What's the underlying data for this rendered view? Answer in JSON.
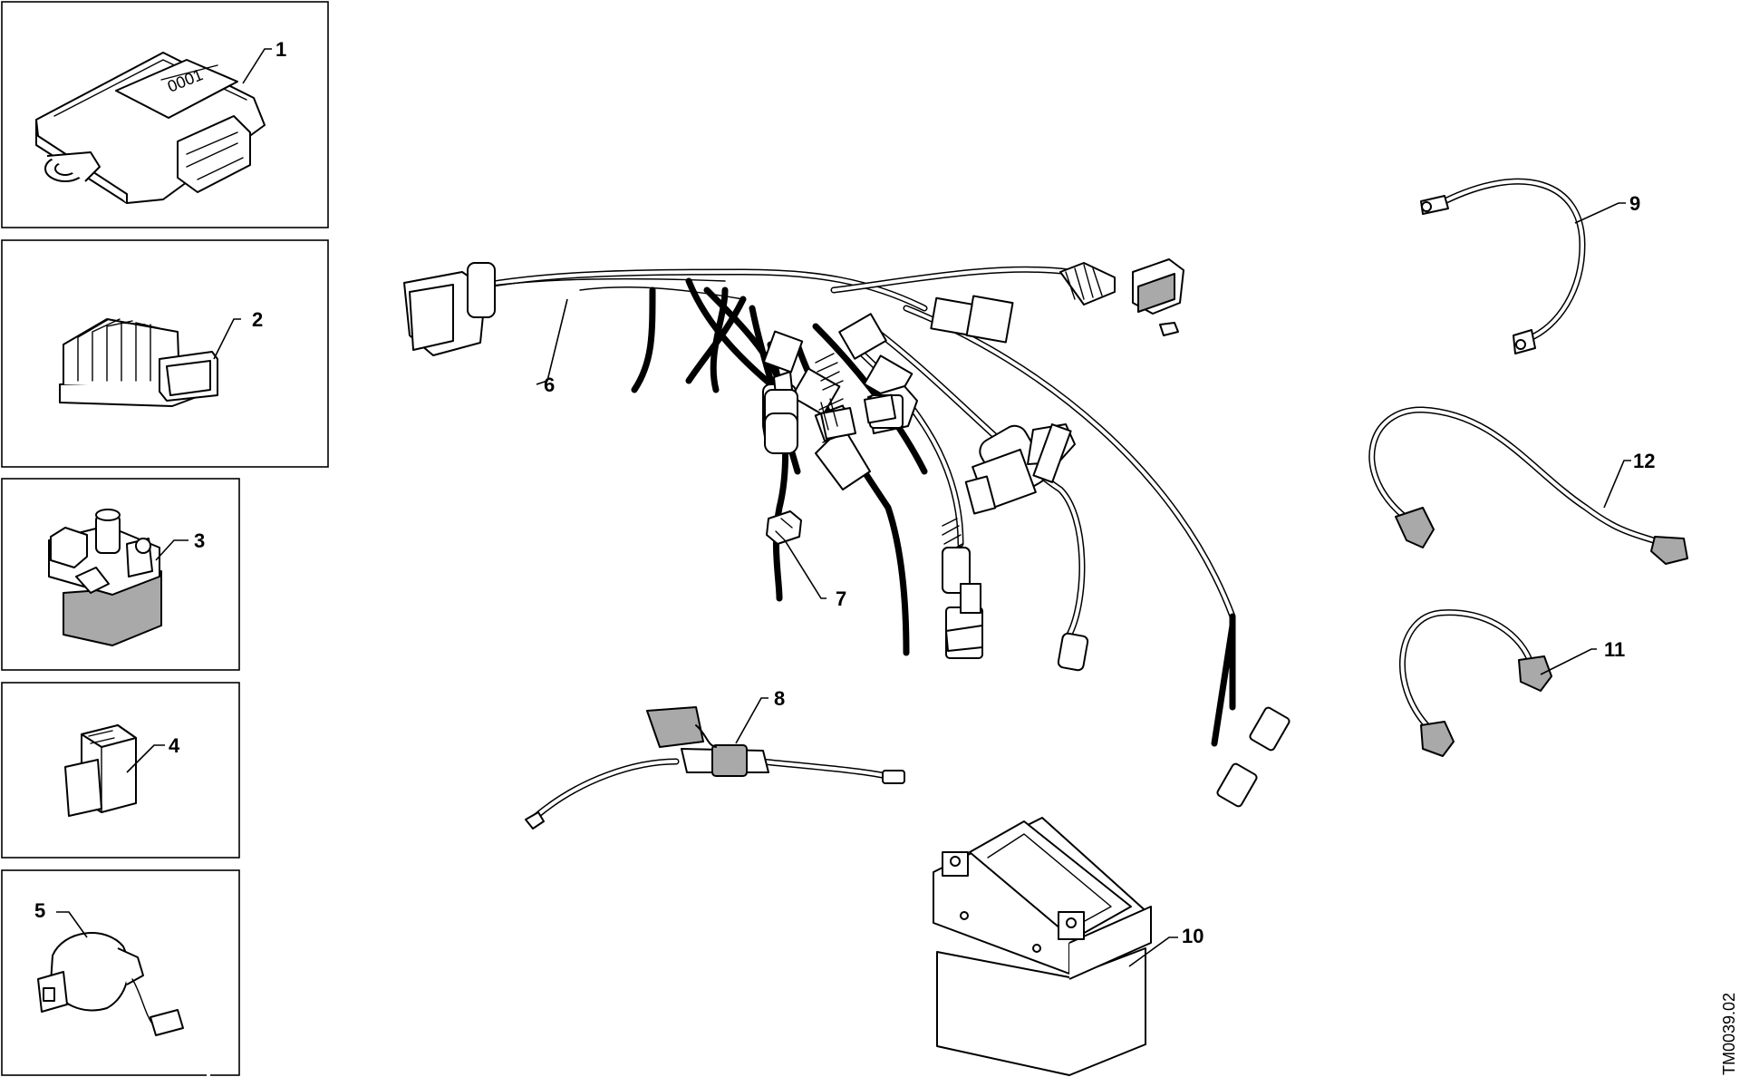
{
  "diagram": {
    "ref_code": "TM0039.02",
    "colors": {
      "line": "#000000",
      "fill": "#ffffff",
      "shade": "#a9a9a9"
    },
    "parts": [
      {
        "label": "1",
        "icon": "ecu-module-icon"
      },
      {
        "label": "2",
        "icon": "voltage-regulator-icon"
      },
      {
        "label": "3",
        "icon": "starter-relay-icon"
      },
      {
        "label": "4",
        "icon": "relay-connector-icon"
      },
      {
        "label": "5",
        "icon": "ignition-coil-icon"
      },
      {
        "label": "6",
        "icon": "main-wiring-harness-icon"
      },
      {
        "label": "7",
        "icon": "connector-cap-icon"
      },
      {
        "label": "8",
        "icon": "fuse-holder-cable-icon"
      },
      {
        "label": "9",
        "icon": "ground-cable-icon"
      },
      {
        "label": "10",
        "icon": "battery-icon"
      },
      {
        "label": "11",
        "icon": "battery-cable-short-icon"
      },
      {
        "label": "12",
        "icon": "battery-cable-long-icon"
      }
    ]
  }
}
